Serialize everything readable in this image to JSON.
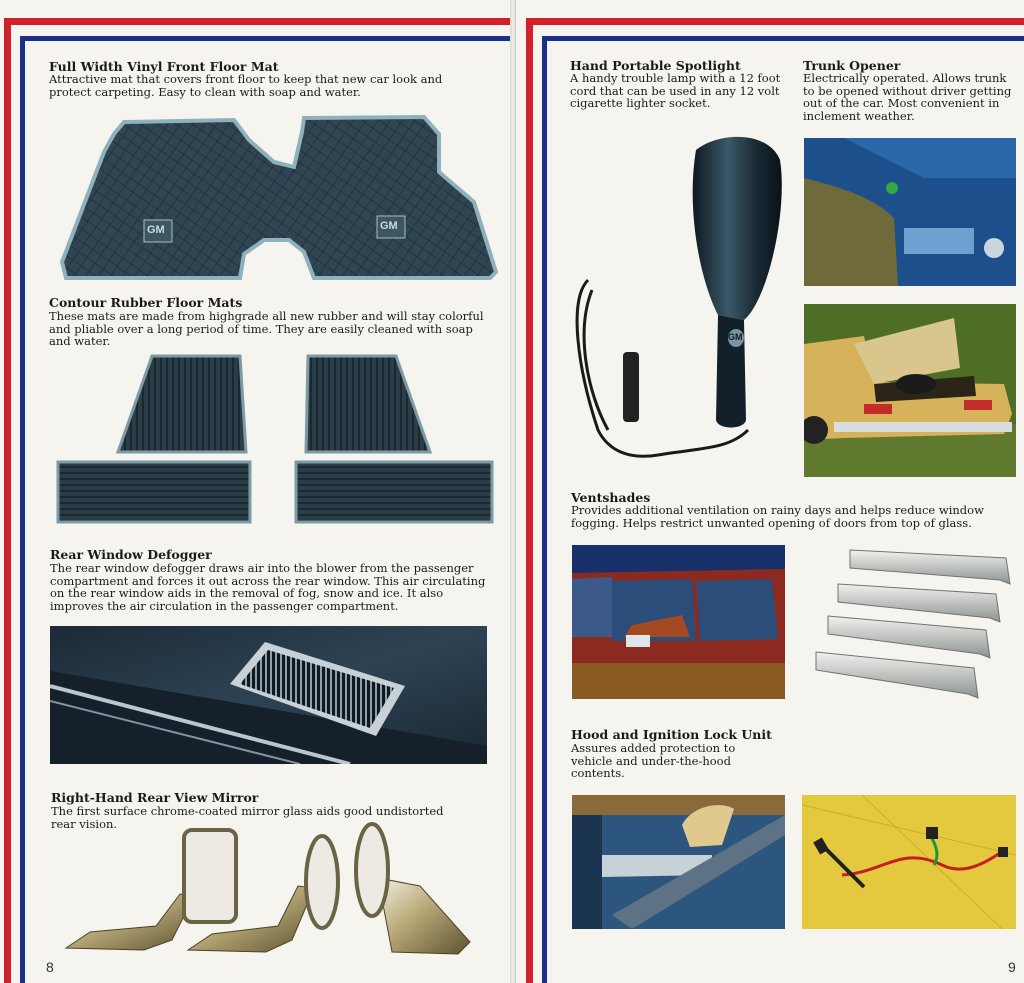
{
  "left_page": {
    "page_number": "8",
    "items": [
      {
        "title": "Full Width Vinyl Front Floor Mat",
        "description": "Attractive mat that covers front floor to keep that new car look and protect carpeting. Easy to clean with soap and water.",
        "badge": "GM"
      },
      {
        "title": "Contour Rubber Floor Mats",
        "description": "These mats are made from highgrade all new rubber and will stay colorful and pliable over a long period of time. They are easily cleaned with soap and water."
      },
      {
        "title": "Rear Window Defogger",
        "description": "The rear window defogger draws air into the blower from the passenger compartment and forces it out across the rear window. This air circulating on the rear window aids in the removal of fog, snow and ice. It also improves the air circulation in the passenger compartment."
      },
      {
        "title": "Right-Hand Rear View Mirror",
        "description": "The first surface chrome-coated mirror glass aids good undistorted rear vision."
      }
    ]
  },
  "right_page": {
    "page_number": "9",
    "items": [
      {
        "title": "Hand Portable Spotlight",
        "description": "A handy trouble lamp with a 12 foot cord that can be used in any 12 volt cigarette lighter socket.",
        "badge": "GM"
      },
      {
        "title": "Trunk Opener",
        "description": "Electrically operated. Allows trunk to be opened without driver getting out of the car. Most convenient in inclement weather."
      },
      {
        "title": "Ventshades",
        "description": "Provides additional ventilation on rainy days and helps reduce window fogging. Helps restrict unwanted opening of doors from top of glass."
      },
      {
        "title": "Hood and Ignition Lock Unit",
        "description": "Assures added protection to vehicle and under-the-hood contents."
      }
    ]
  },
  "colors": {
    "stripe_red": "#d0202c",
    "stripe_blue": "#1c2f8f",
    "mat_dark": "#2f4552"
  }
}
